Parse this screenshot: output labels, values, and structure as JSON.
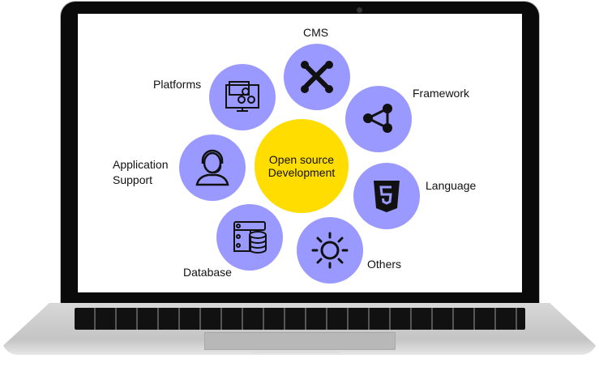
{
  "diagram": {
    "center": {
      "line1": "Open source",
      "line2": "Development"
    },
    "nodes": [
      {
        "label": "CMS",
        "icon": "joomla-icon"
      },
      {
        "label": "Platforms",
        "icon": "platform-monitor-icon"
      },
      {
        "label": "Framework",
        "icon": "share-nodes-icon"
      },
      {
        "label": "Application",
        "label2": "Support",
        "icon": "support-agent-icon"
      },
      {
        "label": "Language",
        "icon": "html5-icon"
      },
      {
        "label": "Database",
        "icon": "database-server-icon"
      },
      {
        "label": "Others",
        "icon": "sun-icon"
      }
    ],
    "colors": {
      "node": "#9999ff",
      "center": "#ffdd00"
    }
  }
}
